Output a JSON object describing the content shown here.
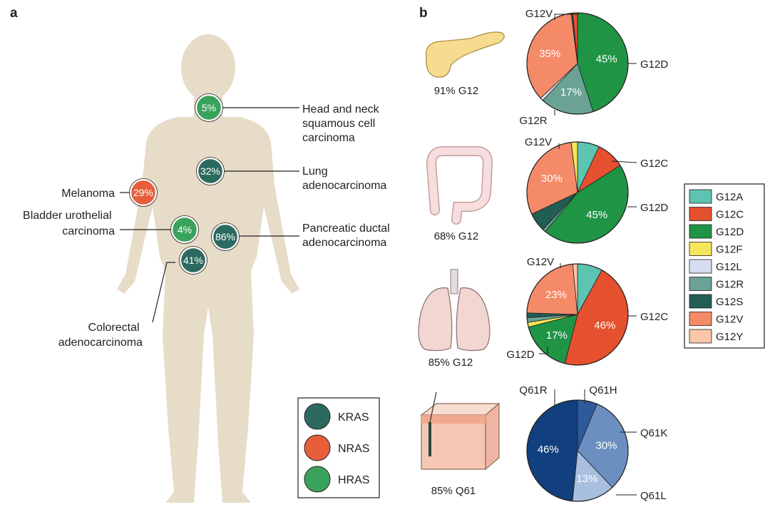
{
  "panel_a": {
    "letter": "a",
    "badges": [
      {
        "name": "head-neck-badge",
        "pct": "5%",
        "gene": "HRAS"
      },
      {
        "name": "lung-badge",
        "pct": "32%",
        "gene": "KRAS"
      },
      {
        "name": "melanoma-badge",
        "pct": "29%",
        "gene": "NRAS"
      },
      {
        "name": "bladder-badge",
        "pct": "4%",
        "gene": "HRAS"
      },
      {
        "name": "pancreatic-badge",
        "pct": "86%",
        "gene": "KRAS"
      },
      {
        "name": "colorectal-badge",
        "pct": "41%",
        "gene": "KRAS"
      }
    ],
    "labels": {
      "head_neck": [
        "Head and neck",
        "squamous cell",
        "carcinoma"
      ],
      "lung": [
        "Lung",
        "adenocarcinoma"
      ],
      "melanoma": [
        "Melanoma"
      ],
      "bladder": [
        "Bladder urothelial",
        "carcinoma"
      ],
      "pancreatic": [
        "Pancreatic ductal",
        "adenocarcinoma"
      ],
      "colorectal": [
        "Colorectal",
        "adenocarcinoma"
      ]
    },
    "legend": [
      {
        "label": "KRAS",
        "color": "#2c6a5f"
      },
      {
        "label": "NRAS",
        "color": "#e75e3b"
      },
      {
        "label": "HRAS",
        "color": "#3aa35b"
      }
    ]
  },
  "panel_b": {
    "letter": "b",
    "organ_captions": [
      "91% G12",
      "68% G12",
      "85% G12",
      "85% Q61"
    ]
  },
  "colors": {
    "G12A": "#5cc4b0",
    "G12C": "#e5502e",
    "G12D": "#1f9445",
    "G12F": "#f5e55a",
    "G12L": "#d7ddf0",
    "G12R": "#6aa396",
    "G12S": "#215e55",
    "G12V": "#f58a68",
    "G12Y": "#fbc7a8",
    "Q61R": "#123f7e",
    "Q61H": "#2d5a9b",
    "Q61K": "#6b8fc0",
    "Q61L": "#a9bfdf"
  },
  "chart_data": [
    {
      "type": "pie",
      "organ": "pancreas",
      "slices": [
        {
          "label": "G12D",
          "value": 45,
          "shown": "45%"
        },
        {
          "label": "G12R",
          "value": 17,
          "shown": "17%"
        },
        {
          "label": "G12L",
          "value": 1
        },
        {
          "label": "G12V",
          "value": 35,
          "shown": "35%"
        },
        {
          "label": "G12S",
          "value": 0.5
        },
        {
          "label": "G12C",
          "value": 1.5
        }
      ],
      "callouts": [
        "G12V",
        "G12D",
        "G12R"
      ]
    },
    {
      "type": "pie",
      "organ": "colon",
      "slices": [
        {
          "label": "G12A",
          "value": 7
        },
        {
          "label": "G12C",
          "value": 9
        },
        {
          "label": "G12D",
          "value": 45,
          "shown": "45%"
        },
        {
          "label": "G12R",
          "value": 1
        },
        {
          "label": "G12S",
          "value": 6
        },
        {
          "label": "G12V",
          "value": 30,
          "shown": "30%"
        },
        {
          "label": "G12F",
          "value": 2
        }
      ],
      "callouts": [
        "G12V",
        "G12C",
        "G12D"
      ]
    },
    {
      "type": "pie",
      "organ": "lung",
      "slices": [
        {
          "label": "G12A",
          "value": 8
        },
        {
          "label": "G12C",
          "value": 46,
          "shown": "46%"
        },
        {
          "label": "G12D",
          "value": 17,
          "shown": "17%"
        },
        {
          "label": "G12F",
          "value": 1.5
        },
        {
          "label": "G12R",
          "value": 1.5
        },
        {
          "label": "G12S",
          "value": 1.5
        },
        {
          "label": "G12V",
          "value": 23,
          "shown": "23%"
        },
        {
          "label": "G12Y",
          "value": 1.5
        }
      ],
      "callouts": [
        "G12V",
        "G12C",
        "G12D"
      ]
    },
    {
      "type": "pie",
      "organ": "skin",
      "slices": [
        {
          "label": "Q61H",
          "value": 6
        },
        {
          "label": "Q61K",
          "value": 30,
          "shown": "30%"
        },
        {
          "label": "Q61L",
          "value": 13,
          "shown": "13%"
        },
        {
          "label": "Q61R",
          "value": 46,
          "shown": "46%"
        }
      ],
      "callouts": [
        "Q61R",
        "Q61H",
        "Q61K",
        "Q61L"
      ]
    }
  ],
  "legend_b": [
    "G12A",
    "G12C",
    "G12D",
    "G12F",
    "G12L",
    "G12R",
    "G12S",
    "G12V",
    "G12Y"
  ]
}
